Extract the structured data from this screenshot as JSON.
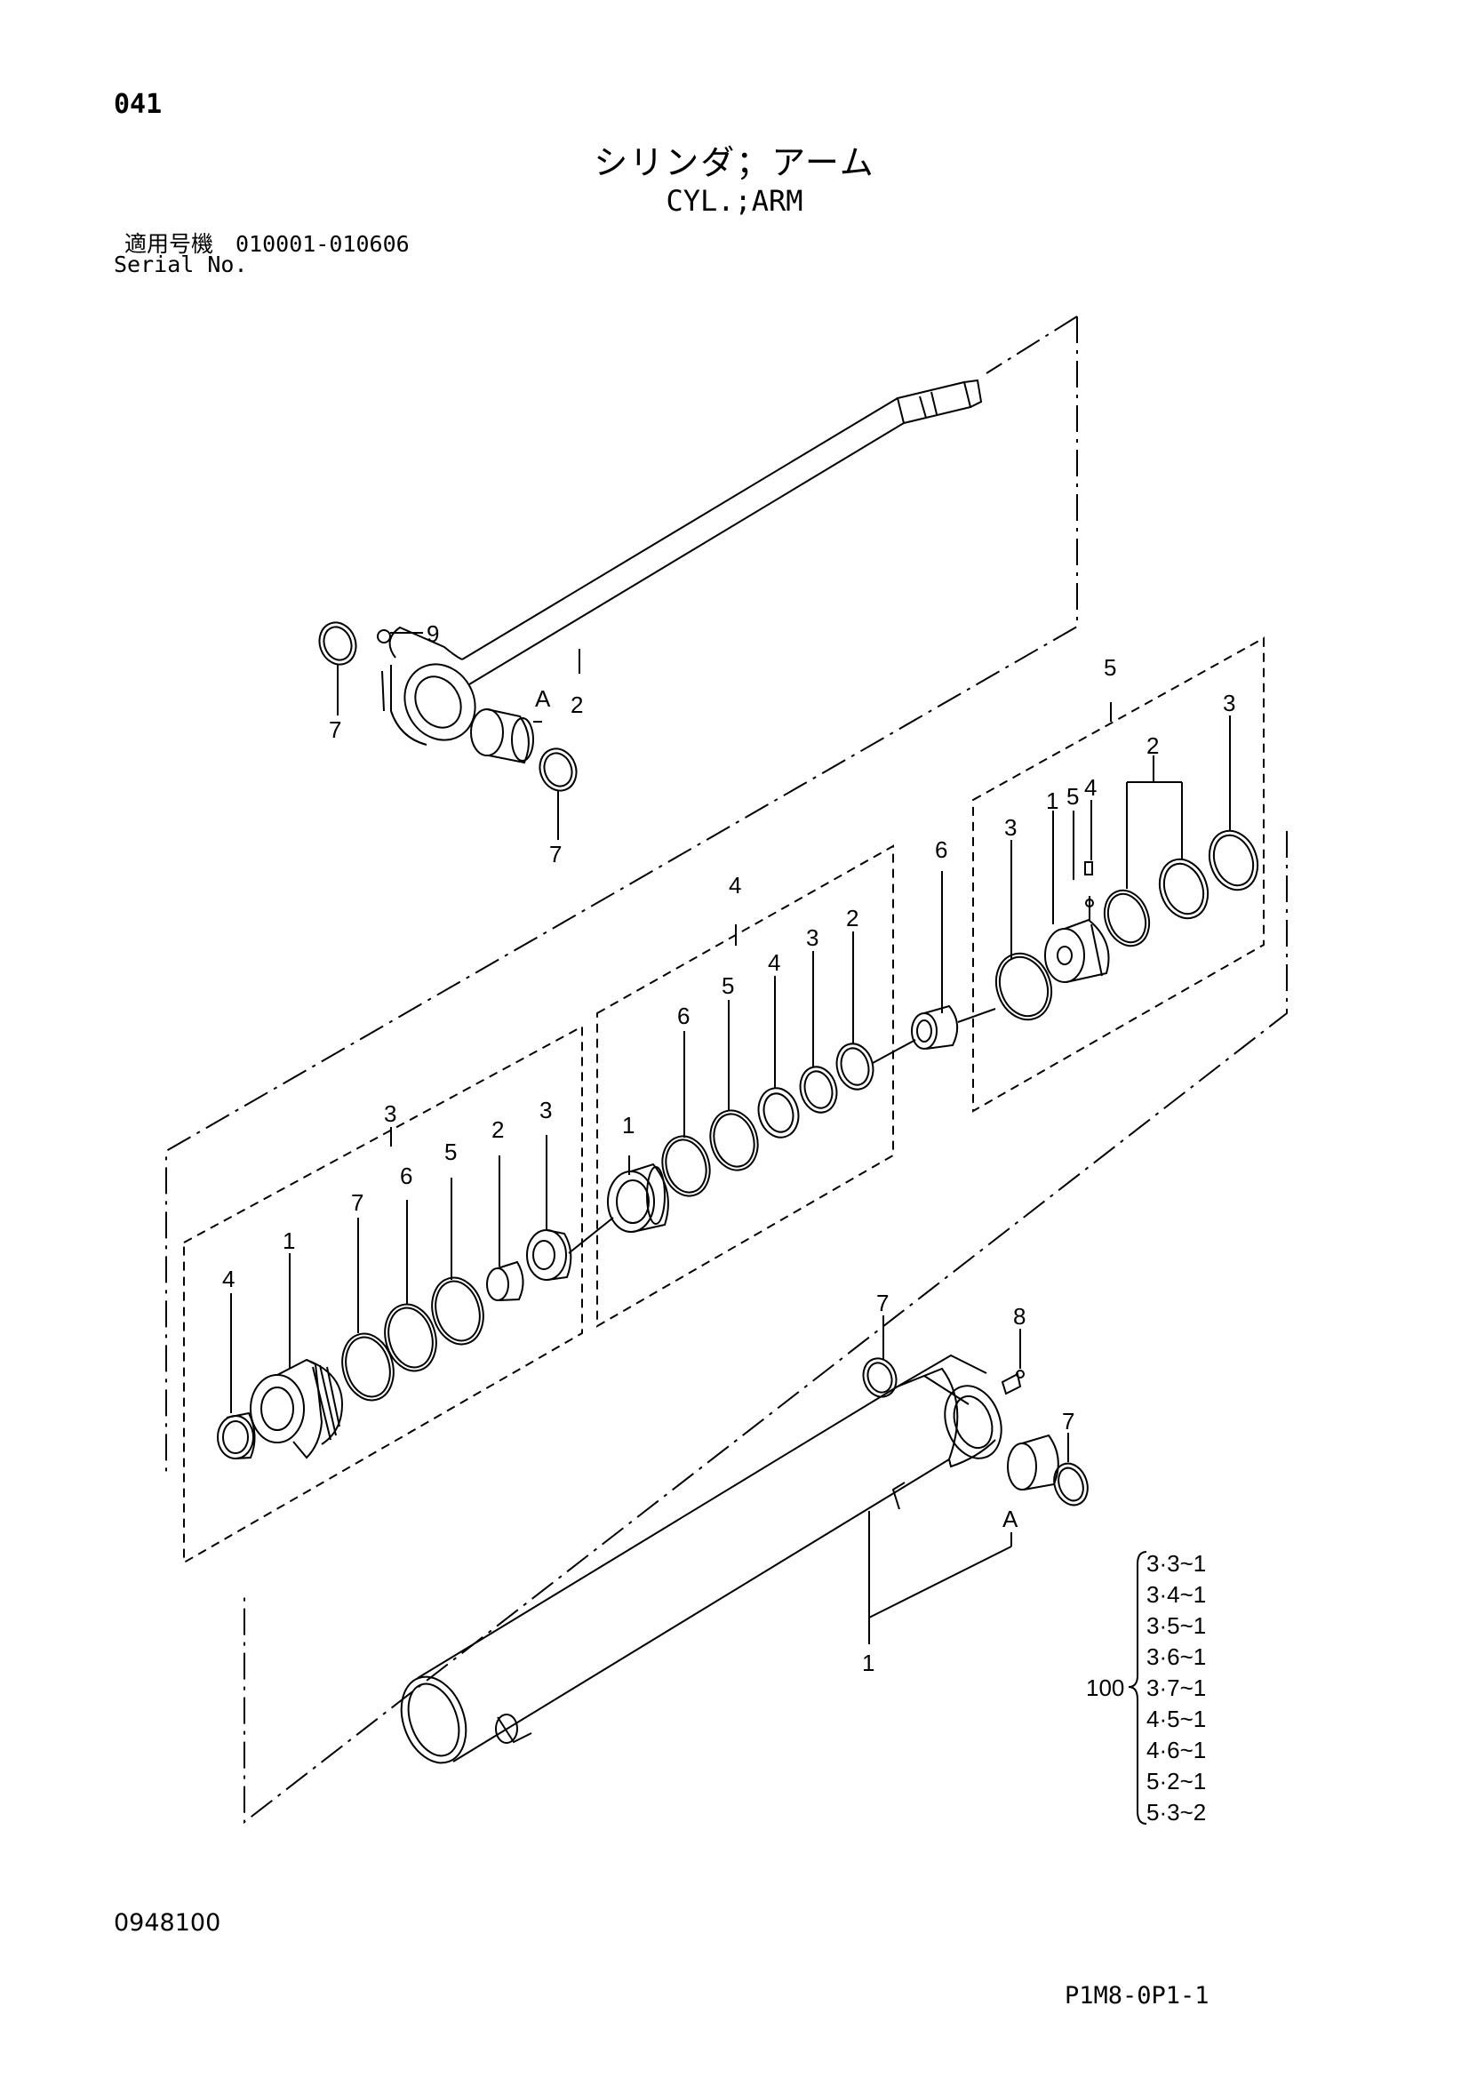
{
  "header": {
    "page_number": "041",
    "title_jp": "シリンダ；アーム",
    "title_en": "CYL.;ARM",
    "serial_label_jp": "適用号機　010001-010606",
    "serial_label_en": "Serial No."
  },
  "footer": {
    "drawing_number": "0948100",
    "sheet_code": "P1M8-0P1-1"
  },
  "callouts": {
    "rod_assembly": "2",
    "rod_bushing_ref": "A",
    "rod_grease_fitting": "9",
    "rod_seal_left": "7",
    "rod_seal_right": "7",
    "group3": "3",
    "g3_nut": "4",
    "g3_head": "1",
    "g3_ring7": "7",
    "g3_ring6": "6",
    "g3_ring5": "5",
    "g3_bush2": "2",
    "g3_seal3": "3",
    "group4": "4",
    "g4_piston": "1",
    "g4_ring6": "6",
    "g4_ring5": "5",
    "g4_ring4": "4",
    "g4_ring3": "3",
    "g4_ring2": "2",
    "spacer": "6",
    "group5": "5",
    "g5_ring3a": "3",
    "g5_nut": "1",
    "g5_screw5": "5",
    "g5_pin4": "4",
    "g5_rings2": "2",
    "g5_ring3b": "3",
    "tube_seal7": "7",
    "tube_fitting8": "8",
    "tube_seal7b": "7",
    "tube_bushing_ref": "A",
    "tube_assembly": "1"
  },
  "kit": {
    "number": "100",
    "items": [
      "3·3~1",
      "3·4~1",
      "3·5~1",
      "3·6~1",
      "3·7~1",
      "4·5~1",
      "4·6~1",
      "5·2~1",
      "5·3~2"
    ]
  }
}
